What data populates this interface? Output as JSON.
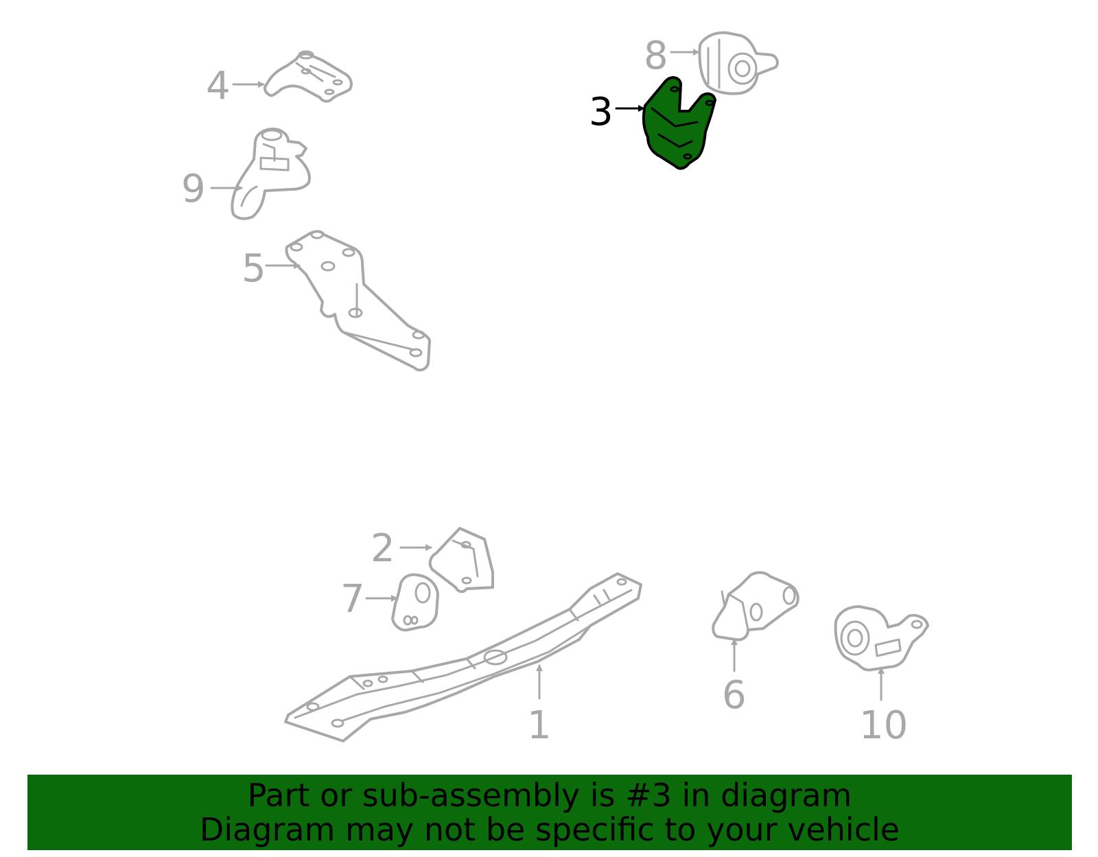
{
  "colors": {
    "part_stroke": "#a8a8a8",
    "label_gray": "#a8a8a8",
    "highlight_fill": "#0b6b0b",
    "highlight_stroke": "#000000",
    "highlight_label": "#000000",
    "banner_bg": "#0b6b0b",
    "banner_text": "#000000"
  },
  "callouts": {
    "c1": "1",
    "c2": "2",
    "c3": "3",
    "c4": "4",
    "c5": "5",
    "c6": "6",
    "c7": "7",
    "c8": "8",
    "c9": "9",
    "c10": "10"
  },
  "highlighted_part": "3",
  "banner": {
    "line1": "Part or sub-assembly is #3 in diagram",
    "line2": "Diagram may not be specific to your vehicle"
  }
}
